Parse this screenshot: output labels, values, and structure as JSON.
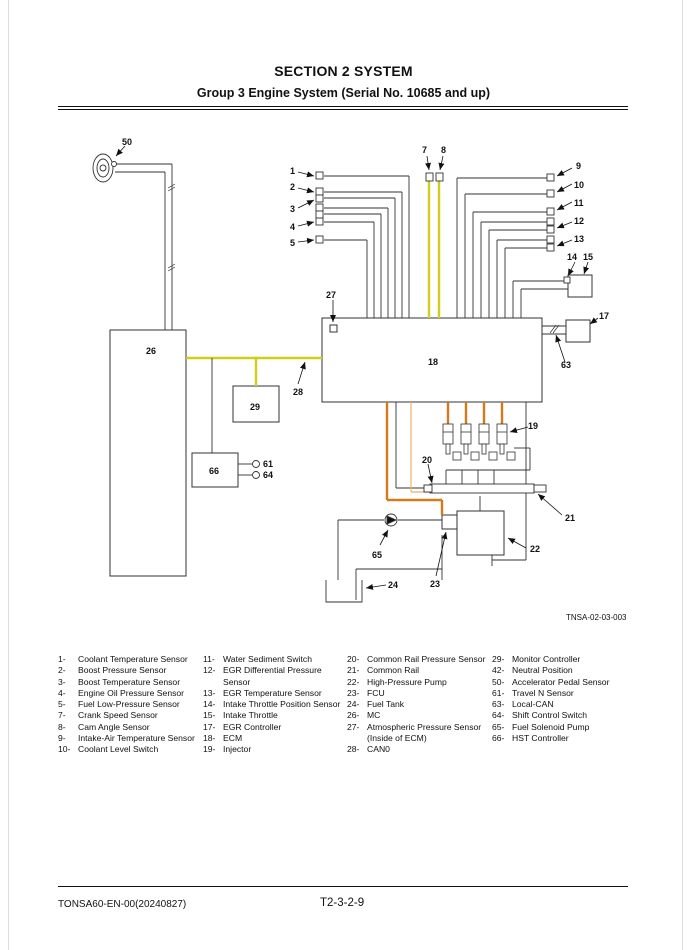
{
  "header": {
    "section": "SECTION 2 SYSTEM",
    "group": "Group 3 Engine System (Serial No. 10685 and up)"
  },
  "diagram": {
    "figure_id": "TNSA-02-03-003",
    "callouts": {
      "c1": "1",
      "c2": "2",
      "c3": "3",
      "c4": "4",
      "c5": "5",
      "c7": "7",
      "c8": "8",
      "c9": "9",
      "c10": "10",
      "c11": "11",
      "c12": "12",
      "c13": "13",
      "c14": "14",
      "c15": "15",
      "c17": "17",
      "c18": "18",
      "c19": "19",
      "c20": "20",
      "c21": "21",
      "c22": "22",
      "c23": "23",
      "c24": "24",
      "c26": "26",
      "c27": "27",
      "c28": "28",
      "c29": "29",
      "c50": "50",
      "c61": "61",
      "c63": "63",
      "c64": "64",
      "c65": "65",
      "c66": "66"
    },
    "colors": {
      "can_line": "#d4cc1a",
      "fuel_high": "#c8741c",
      "fuel_line": "#e8a050",
      "wire": "#333333"
    }
  },
  "legend": {
    "col1": [
      {
        "num": "1-",
        "text": "Coolant Temperature Sensor"
      },
      {
        "num": "2-",
        "text": "Boost Pressure Sensor"
      },
      {
        "num": "3-",
        "text": "Boost Temperature Sensor"
      },
      {
        "num": "4-",
        "text": "Engine Oil Pressure Sensor"
      },
      {
        "num": "5-",
        "text": "Fuel Low-Pressure Sensor"
      },
      {
        "num": "7-",
        "text": "Crank Speed Sensor"
      },
      {
        "num": "8-",
        "text": "Cam Angle Sensor"
      },
      {
        "num": "9-",
        "text": "Intake-Air Temperature Sensor"
      },
      {
        "num": "10-",
        "text": "Coolant Level Switch"
      }
    ],
    "col2": [
      {
        "num": "11-",
        "text": "Water Sediment Switch"
      },
      {
        "num": "12-",
        "text": "EGR Differential Pressure"
      },
      {
        "num": "",
        "text": "Sensor"
      },
      {
        "num": "13-",
        "text": "EGR Temperature Sensor"
      },
      {
        "num": "14-",
        "text": "Intake Throttle Position Sensor"
      },
      {
        "num": "15-",
        "text": "Intake Throttle"
      },
      {
        "num": "17-",
        "text": "EGR Controller"
      },
      {
        "num": "18-",
        "text": "ECM"
      },
      {
        "num": "19-",
        "text": "Injector"
      }
    ],
    "col3": [
      {
        "num": "20-",
        "text": "Common Rail Pressure Sensor"
      },
      {
        "num": "21-",
        "text": "Common Rail"
      },
      {
        "num": "22-",
        "text": "High-Pressure Pump"
      },
      {
        "num": "23-",
        "text": "FCU"
      },
      {
        "num": "24-",
        "text": "Fuel Tank"
      },
      {
        "num": "26-",
        "text": "MC"
      },
      {
        "num": "27-",
        "text": "Atmospheric Pressure Sensor"
      },
      {
        "num": "",
        "text": "(Inside of ECM)"
      },
      {
        "num": "28-",
        "text": "CAN0"
      }
    ],
    "col4": [
      {
        "num": "29-",
        "text": "Monitor Controller"
      },
      {
        "num": "42-",
        "text": "Neutral Position"
      },
      {
        "num": "50-",
        "text": "Accelerator Pedal Sensor"
      },
      {
        "num": "61-",
        "text": "Travel N Sensor"
      },
      {
        "num": "63-",
        "text": "Local-CAN"
      },
      {
        "num": "64-",
        "text": "Shift Control Switch"
      },
      {
        "num": "65-",
        "text": "Fuel Solenoid Pump"
      },
      {
        "num": "66-",
        "text": "HST Controller"
      }
    ]
  },
  "footer": {
    "doc_code": "TONSA60-EN-00(20240827)",
    "page_number": "T2-3-2-9"
  }
}
